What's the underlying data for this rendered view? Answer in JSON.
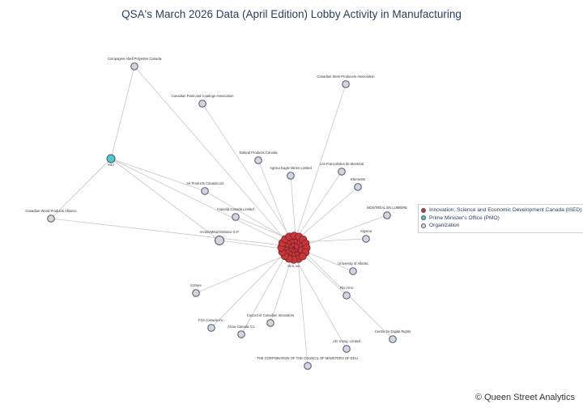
{
  "title": "QSA's March 2026 Data (April Edition) Lobby Activity in Manufacturing",
  "footer": "© Queen Street Analytics",
  "colors": {
    "ised": "#c8363a",
    "pmo": "#4cc9c9",
    "organization": "#d4d6db",
    "edge": "#c7c7c7",
    "node_stroke": "#4a5670"
  },
  "legend": [
    {
      "label": "Innovation, Science and Economic Development Canada (ISED)",
      "color": "#c8363a"
    },
    {
      "label": "Prime Minister's Office (PMO)",
      "color": "#4cc9c9"
    },
    {
      "label": "Organization",
      "color": "#d4d6db"
    }
  ],
  "hubs": {
    "ised_label": "ISED, etc.",
    "pmo_label": "PMO"
  },
  "organizations": [
    {
      "name": "Compagnie Abell Polyester Canada"
    },
    {
      "name": "Canadian Steel Producers Association"
    },
    {
      "name": "Canadian Paint and Coatings Association"
    },
    {
      "name": "Natural Products Canada"
    },
    {
      "name": "Agnico Eagle Mines Limited"
    },
    {
      "name": "Les Francofolies de Montréal"
    },
    {
      "name": "Element6"
    },
    {
      "name": "Air Products Canada Ltd"
    },
    {
      "name": "MONTRÉAL EN LUMIÈRE"
    },
    {
      "name": "Imperial Canada Limited"
    },
    {
      "name": "Canadian Wood Products Alliance"
    },
    {
      "name": "ArcelorMittal Dofasco G.P."
    },
    {
      "name": "Algoma"
    },
    {
      "name": "University of Alberta"
    },
    {
      "name": "Cohere"
    },
    {
      "name": "Rio Amo"
    },
    {
      "name": "Council of Canadian Innovators"
    },
    {
      "name": "FCA Canada Inc."
    },
    {
      "name": "Alcoa Canada Co."
    },
    {
      "name": "Centre for Digital Rights"
    },
    {
      "name": "J.D. Irving, Limited"
    },
    {
      "name": "THE CORPORATION OF THE COUNCIL OF MINISTERS OF EDU."
    }
  ]
}
